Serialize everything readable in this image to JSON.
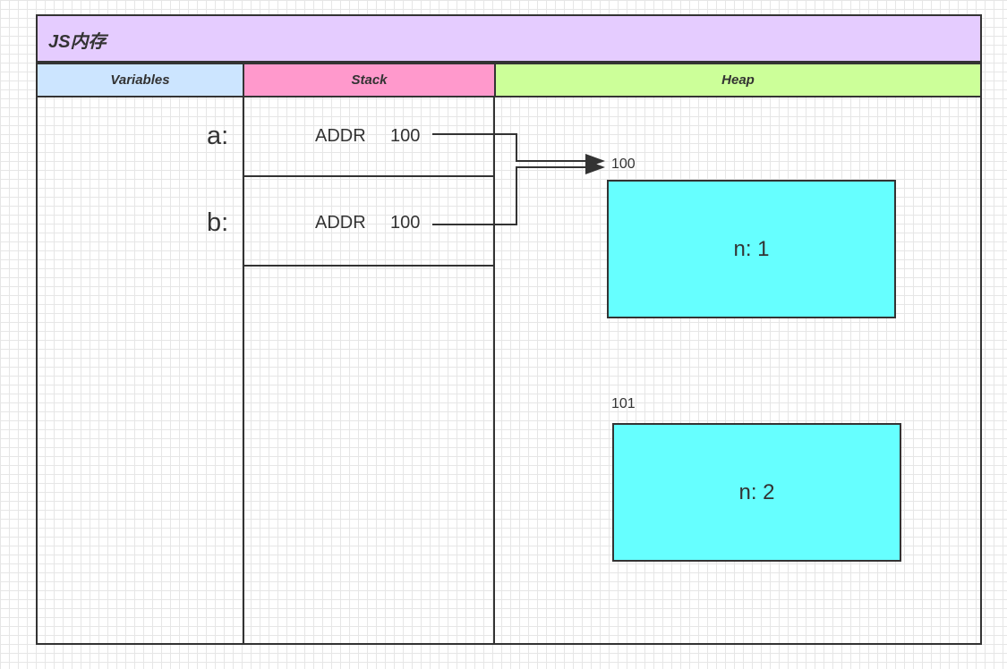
{
  "title": "JS内存",
  "columns": {
    "variables": "Variables",
    "stack": "Stack",
    "heap": "Heap"
  },
  "variables": [
    {
      "name": "a:",
      "stack_type": "ADDR",
      "stack_value": "100"
    },
    {
      "name": "b:",
      "stack_type": "ADDR",
      "stack_value": "100"
    }
  ],
  "heap": [
    {
      "address": "100",
      "content": "n: 1"
    },
    {
      "address": "101",
      "content": "n: 2"
    }
  ],
  "colors": {
    "title_bg": "#e5ccff",
    "variables_header": "#cce5ff",
    "stack_header": "#ff99cc",
    "heap_header": "#ccff99",
    "heap_object": "#66ffff",
    "stroke": "#333333"
  }
}
